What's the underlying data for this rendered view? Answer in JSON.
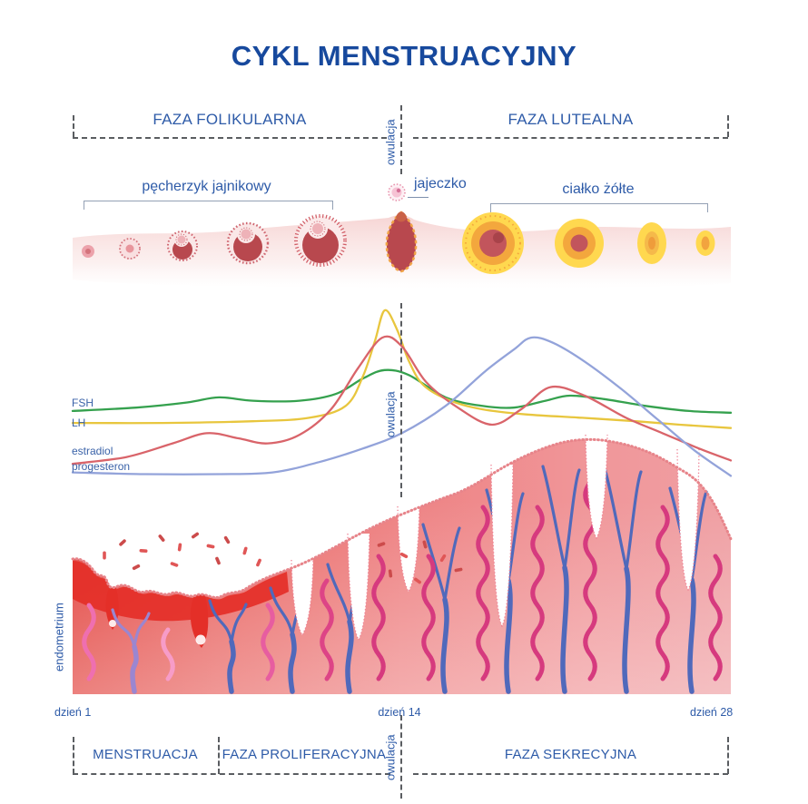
{
  "title": "CYKL MENSTRUACYJNY",
  "phases_top": {
    "follicular": "FAZA FOLIKULARNA",
    "ovulation": "owulacja",
    "luteal": "FAZA LUTEALNA"
  },
  "ovary_row": {
    "follicle": "pęcherzyk jajnikowy",
    "egg": "jajeczko",
    "corpus_luteum": "ciałko żółte"
  },
  "chart_data": {
    "type": "line",
    "ovulation_label": "owulacja",
    "x_axis": {
      "unit": "dzień",
      "range": [
        1,
        28
      ],
      "ticks": [
        "dzień 1",
        "dzień 14",
        "dzień 28"
      ]
    },
    "y_axis": {
      "scale": "relative hormone level 0-100"
    },
    "legend_position": "left",
    "grid": false,
    "series": [
      {
        "key": "fsh",
        "name": "FSH",
        "color": "#35a14e",
        "points": [
          [
            1,
            41
          ],
          [
            3.6,
            43
          ],
          [
            5.7,
            46
          ],
          [
            7,
            49
          ],
          [
            8.4,
            47
          ],
          [
            10.3,
            47
          ],
          [
            11.8,
            51
          ],
          [
            12.9,
            60
          ],
          [
            13.8,
            65
          ],
          [
            14.8,
            62
          ],
          [
            16.3,
            49
          ],
          [
            17.8,
            44
          ],
          [
            19.1,
            43
          ],
          [
            20.4,
            47
          ],
          [
            21.4,
            50
          ],
          [
            22.8,
            48
          ],
          [
            24.5,
            44
          ],
          [
            26.3,
            41
          ],
          [
            28,
            40
          ]
        ]
      },
      {
        "key": "lh",
        "name": "LH",
        "color": "#e8c63e",
        "points": [
          [
            1,
            34
          ],
          [
            4.7,
            34
          ],
          [
            8.4,
            35
          ],
          [
            10.7,
            37
          ],
          [
            12.2,
            44
          ],
          [
            12.9,
            61
          ],
          [
            13.4,
            82
          ],
          [
            13.8,
            100
          ],
          [
            14.3,
            89
          ],
          [
            14.8,
            70
          ],
          [
            15.4,
            56
          ],
          [
            16.5,
            47
          ],
          [
            17.8,
            42
          ],
          [
            19.6,
            39
          ],
          [
            21.9,
            37
          ],
          [
            24.1,
            35
          ],
          [
            25.9,
            33
          ],
          [
            28,
            31
          ]
        ]
      },
      {
        "key": "estradiol",
        "name": "estradiol",
        "color": "#d9646a",
        "points": [
          [
            1,
            10
          ],
          [
            3.2,
            14
          ],
          [
            5.1,
            22
          ],
          [
            6.5,
            28
          ],
          [
            7.8,
            25
          ],
          [
            9,
            22
          ],
          [
            10.3,
            27
          ],
          [
            11.6,
            42
          ],
          [
            12.7,
            66
          ],
          [
            13.7,
            84
          ],
          [
            14.5,
            79
          ],
          [
            15.5,
            58
          ],
          [
            16.8,
            43
          ],
          [
            18.2,
            33
          ],
          [
            19.4,
            42
          ],
          [
            20.6,
            55
          ],
          [
            22,
            50
          ],
          [
            23.7,
            37
          ],
          [
            25.2,
            28
          ],
          [
            26.7,
            19
          ],
          [
            28,
            12
          ]
        ]
      },
      {
        "key": "progesteron",
        "name": "progesteron",
        "color": "#93a3da",
        "points": [
          [
            1,
            5
          ],
          [
            4,
            4
          ],
          [
            7,
            4
          ],
          [
            9.2,
            5
          ],
          [
            11.1,
            11
          ],
          [
            12.9,
            19
          ],
          [
            14.5,
            28
          ],
          [
            16.3,
            44
          ],
          [
            17.9,
            64
          ],
          [
            19.1,
            77
          ],
          [
            19.8,
            84
          ],
          [
            20.7,
            81
          ],
          [
            22,
            70
          ],
          [
            23.5,
            54
          ],
          [
            25,
            36
          ],
          [
            26.5,
            18
          ],
          [
            28,
            3
          ]
        ]
      }
    ]
  },
  "endometrium_label": "endometrium",
  "timeline": {
    "day1": "dzień 1",
    "day14": "dzień 14",
    "day28": "dzień 28"
  },
  "phases_bottom": {
    "menstruation": "MENSTRUACJA",
    "proliferative": "FAZA PROLIFERACYJNA",
    "ovulation": "owulacja",
    "secretory": "FAZA SEKRECYJNA"
  }
}
